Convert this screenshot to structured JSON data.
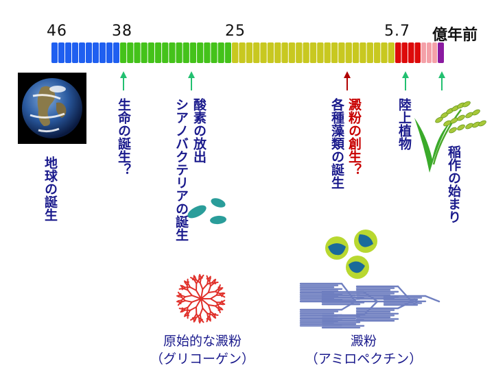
{
  "scale": {
    "tick_labels": [
      "46",
      "38",
      "25",
      "5.7"
    ],
    "unit": "億年前"
  },
  "labels": {
    "earth": "地球の誕生",
    "life": "生命の誕生？",
    "oxygen_line1": "酸素の放出",
    "oxygen_line2": "シアノバクテリアの誕生",
    "starch_origin": "澱粉の創生？",
    "algae": "各種藻類の誕生",
    "land_plants": "陸上植物",
    "rice": "稲作の始まり"
  },
  "captions": {
    "glycogen_line1": "原始的な澱粉",
    "glycogen_line2": "（グリコーゲン）",
    "amylopectin_line1": "澱粉",
    "amylopectin_line2": "（アミロペクチン）"
  },
  "colors": {
    "blue": "#1f5ff0",
    "green": "#44c21a",
    "yellow": "#c8c820",
    "red": "#dd0a0a",
    "pink": "#f4a0a8",
    "purple": "#8a1aa0",
    "arrow_green": "#22c070",
    "arrow_red": "#b00000",
    "text_blue": "#1a1a8c",
    "text_red": "#c80000",
    "teal": "#2a9d9a",
    "glycogen": "#e0302a",
    "amylopectin": "#6f7fc0"
  }
}
